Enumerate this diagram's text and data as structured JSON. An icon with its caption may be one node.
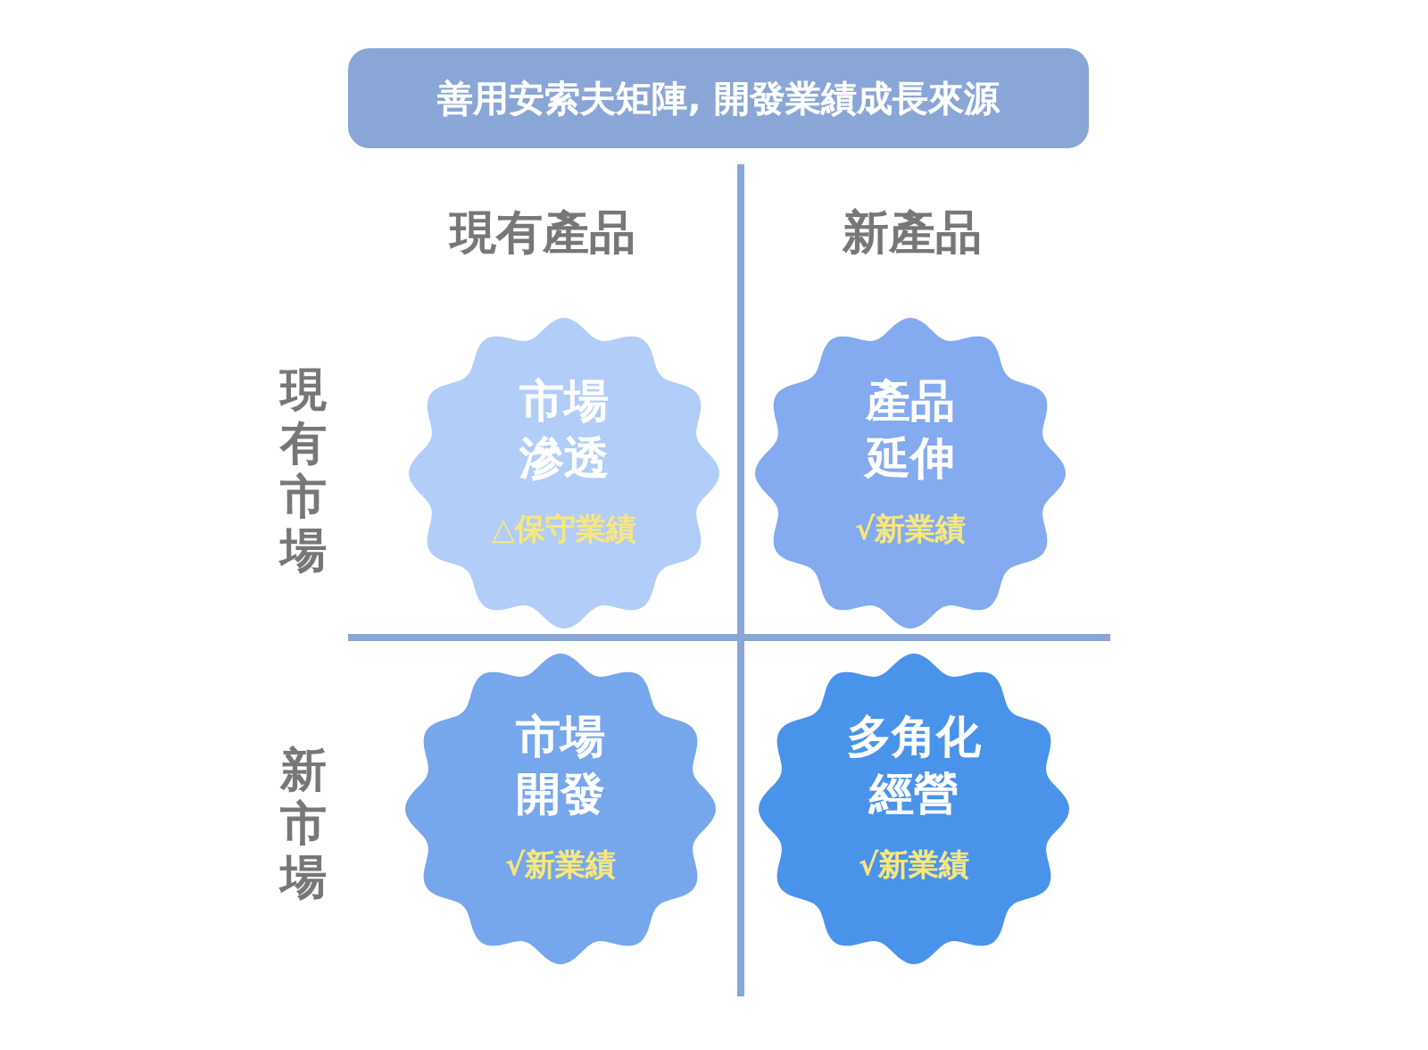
{
  "diagram": {
    "nodes": [
      {
        "text": [
          "善用安索夫矩陣, 開發業績成長來源"
        ]
      },
      {
        "text": [
          "市場滲透",
          "△保守業績"
        ]
      },
      {
        "text": [
          "產品延伸",
          "√新業績"
        ]
      },
      {
        "text": [
          "市場開發",
          "√新業績"
        ]
      },
      {
        "text": [
          "多角化經營",
          "√新業績"
        ]
      }
    ],
    "labels": [
      "現有產品",
      "新產品",
      "現有市場",
      "新市場"
    ]
  }
}
